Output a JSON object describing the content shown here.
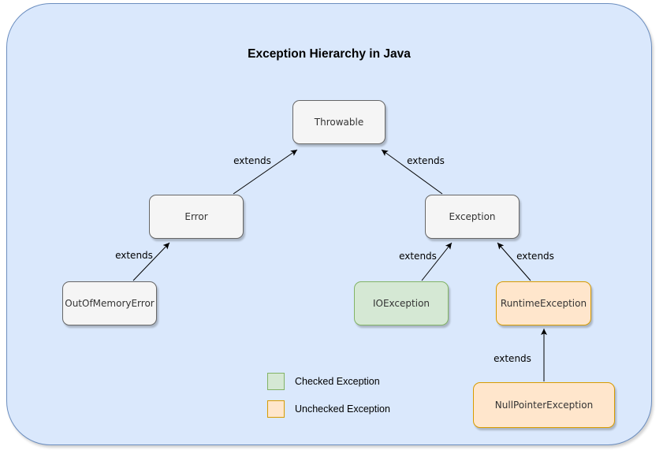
{
  "title": "Exception Hierarchy in Java",
  "colors": {
    "container_fill": "#dae8fc",
    "container_border": "#6c8ebf",
    "neutral_fill": "#f5f5f5",
    "neutral_border": "#666666",
    "checked_fill": "#d5e8d4",
    "checked_border": "#82b366",
    "unchecked_fill": "#ffe6cc",
    "unchecked_border": "#d79b00",
    "edge_color": "#000000"
  },
  "nodes": [
    {
      "id": "throwable",
      "label": "Throwable",
      "category": "neutral"
    },
    {
      "id": "error",
      "label": "Error",
      "category": "neutral"
    },
    {
      "id": "exception",
      "label": "Exception",
      "category": "neutral"
    },
    {
      "id": "outofmemoryerror",
      "label": "OutOfMemoryError",
      "category": "neutral"
    },
    {
      "id": "ioexception",
      "label": "IOException",
      "category": "checked"
    },
    {
      "id": "runtimeexception",
      "label": "RuntimeException",
      "category": "unchecked"
    },
    {
      "id": "nullpointerexception",
      "label": "NullPointerException",
      "category": "unchecked"
    }
  ],
  "edges": [
    {
      "from": "Error",
      "to": "Throwable",
      "label": "extends"
    },
    {
      "from": "Exception",
      "to": "Throwable",
      "label": "extends"
    },
    {
      "from": "OutOfMemoryError",
      "to": "Error",
      "label": "extends"
    },
    {
      "from": "IOException",
      "to": "Exception",
      "label": "extends"
    },
    {
      "from": "RuntimeException",
      "to": "Exception",
      "label": "extends"
    },
    {
      "from": "NullPointerException",
      "to": "RuntimeException",
      "label": "extends"
    }
  ],
  "legend": [
    {
      "swatch": "checked",
      "label": "Checked Exception"
    },
    {
      "swatch": "unchecked",
      "label": "Unchecked Exception"
    }
  ]
}
